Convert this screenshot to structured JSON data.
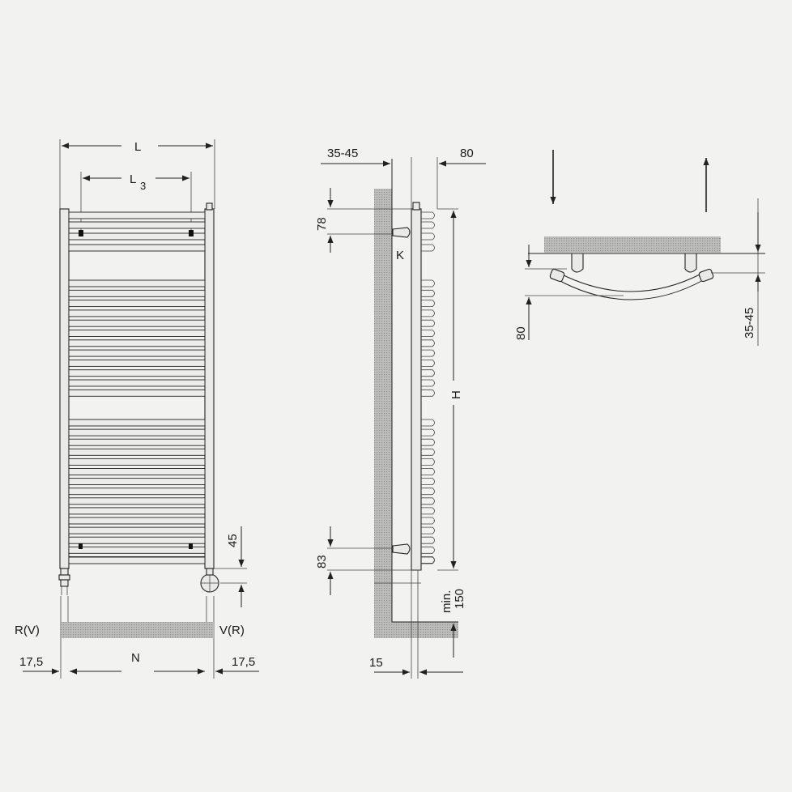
{
  "dimensions": {
    "front_width": "L",
    "front_bracket": "L",
    "front_bracket_sub": "3",
    "bottom_spacing": "N",
    "left_offset": "17,5",
    "right_offset": "17,5",
    "return_left": "R(V)",
    "flow_right": "V(R)",
    "valve_drop": "45",
    "side_wall_gap": "35-45",
    "side_depth": "80",
    "top_bracket": "78",
    "bracket_label": "K",
    "height": "H",
    "bottom_bracket": "83",
    "floor_min_a": "min.",
    "floor_min_b": "150",
    "bottom_pipe": "15",
    "top_view_depth": "80",
    "top_view_gap": "35-45"
  },
  "colors": {
    "paper": "#f2f2f0",
    "line": "#222222",
    "hatch": "#9a9a9a"
  }
}
